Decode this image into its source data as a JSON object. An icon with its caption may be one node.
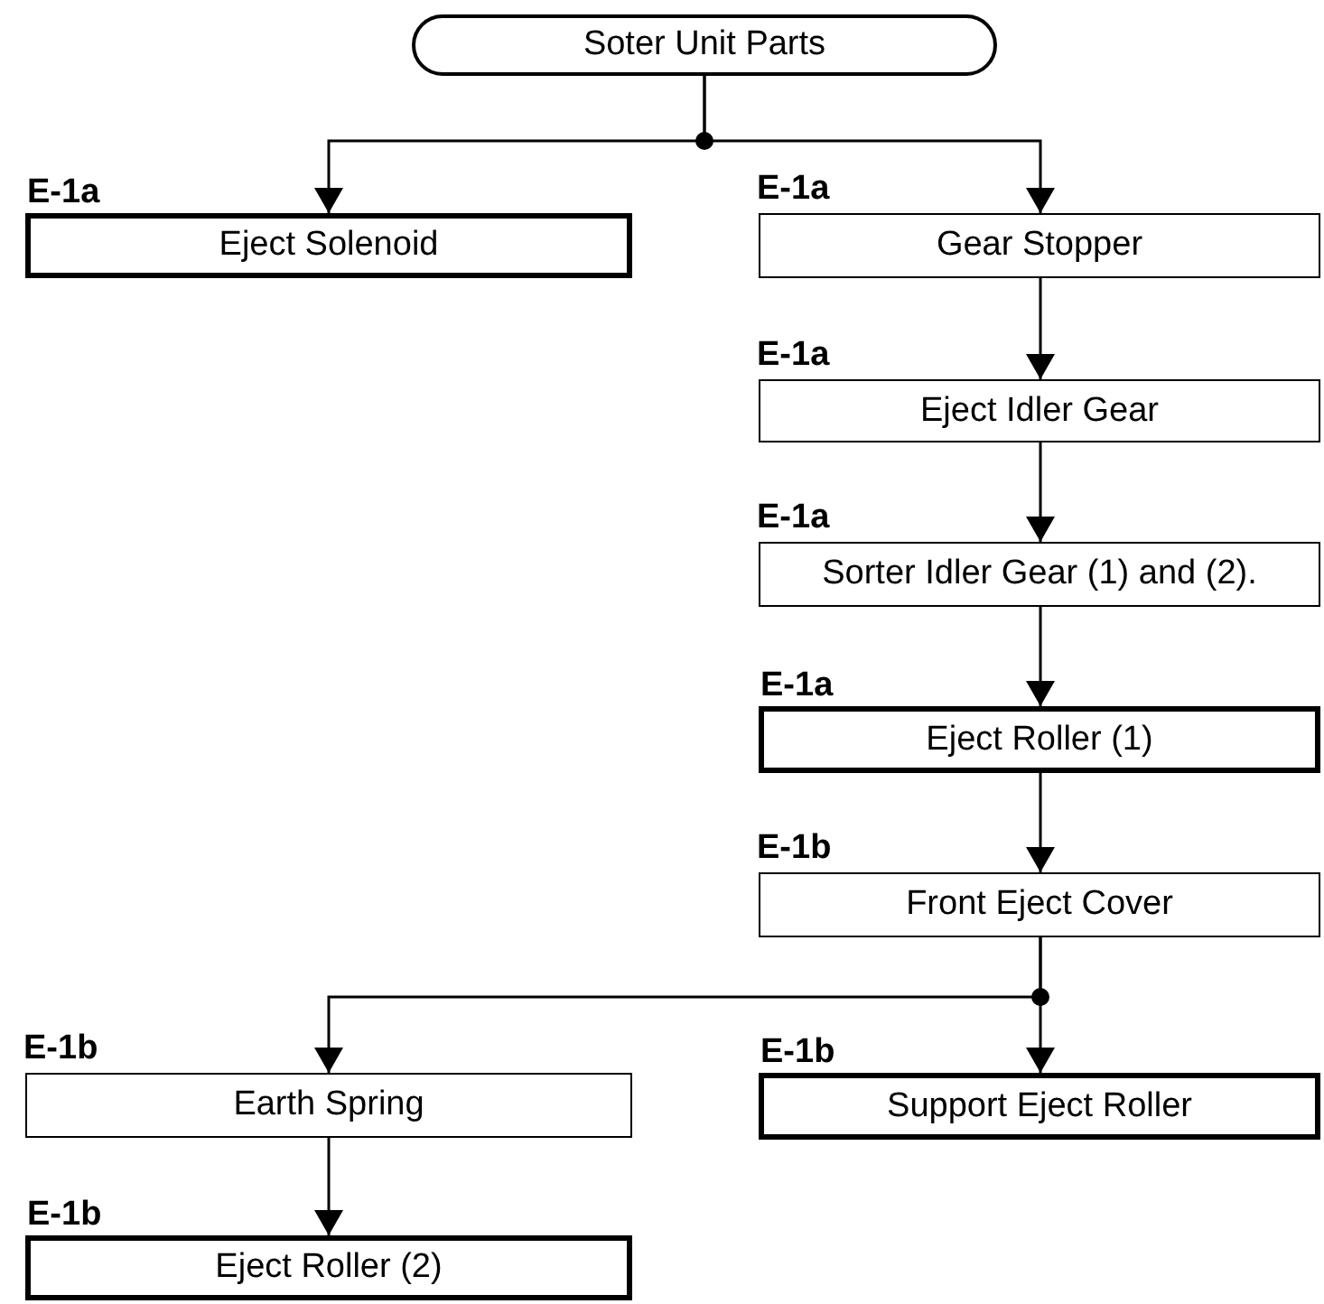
{
  "diagram": {
    "nodes": [
      {
        "text": [
          "Soter Unit Parts"
        ]
      },
      {
        "text": [
          "E-1a",
          "Eject Solenoid"
        ]
      },
      {
        "text": [
          "E-1a",
          "Gear Stopper"
        ]
      },
      {
        "text": [
          "E-1a",
          "Eject Idler Gear"
        ]
      },
      {
        "text": [
          "E-1a",
          "Sorter Idler Gear (1) and (2)."
        ]
      },
      {
        "text": [
          "E-1a",
          "Eject Roller (1)"
        ]
      },
      {
        "text": [
          "E-1b",
          "Front Eject Cover"
        ]
      },
      {
        "text": [
          "E-1b",
          "Earth Spring"
        ]
      },
      {
        "text": [
          "E-1b",
          "Support Eject Roller"
        ]
      },
      {
        "text": [
          "E-1b",
          "Eject Roller (2)"
        ]
      }
    ],
    "edges": [
      {
        "from": 0,
        "to": 1,
        "arrow": "to"
      },
      {
        "from": 0,
        "to": 2,
        "arrow": "to"
      },
      {
        "from": 2,
        "to": 3,
        "arrow": "to"
      },
      {
        "from": 3,
        "to": 4,
        "arrow": "to"
      },
      {
        "from": 4,
        "to": 5,
        "arrow": "to"
      },
      {
        "from": 5,
        "to": 6,
        "arrow": "to"
      },
      {
        "from": 6,
        "to": 7,
        "arrow": "to"
      },
      {
        "from": 6,
        "to": 8,
        "arrow": "to"
      },
      {
        "from": 7,
        "to": 9,
        "arrow": "to"
      }
    ]
  }
}
